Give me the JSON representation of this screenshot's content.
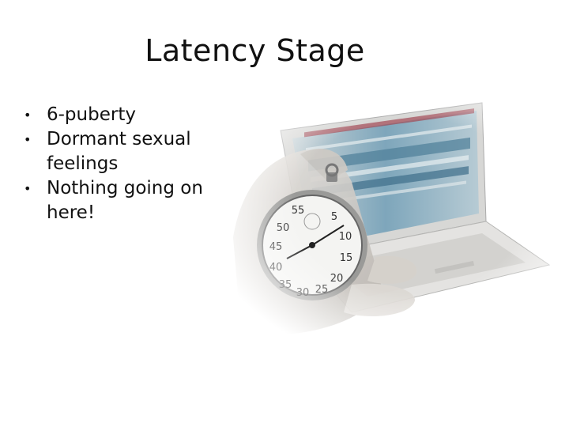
{
  "slide": {
    "title": "Latency Stage",
    "bullets": [
      {
        "text": "6-puberty"
      },
      {
        "text": "Dormant sexual feelings"
      },
      {
        "text": "Nothing going on here!"
      }
    ]
  },
  "illustration": {
    "icon": "stopwatch-laptop-image",
    "dial_numbers": [
      "5",
      "10",
      "15",
      "20",
      "25",
      "30",
      "35",
      "40",
      "45",
      "50",
      "55"
    ]
  },
  "colors": {
    "background": "#ffffff",
    "text": "#111111",
    "screen_blue": "#6d9bb4"
  }
}
